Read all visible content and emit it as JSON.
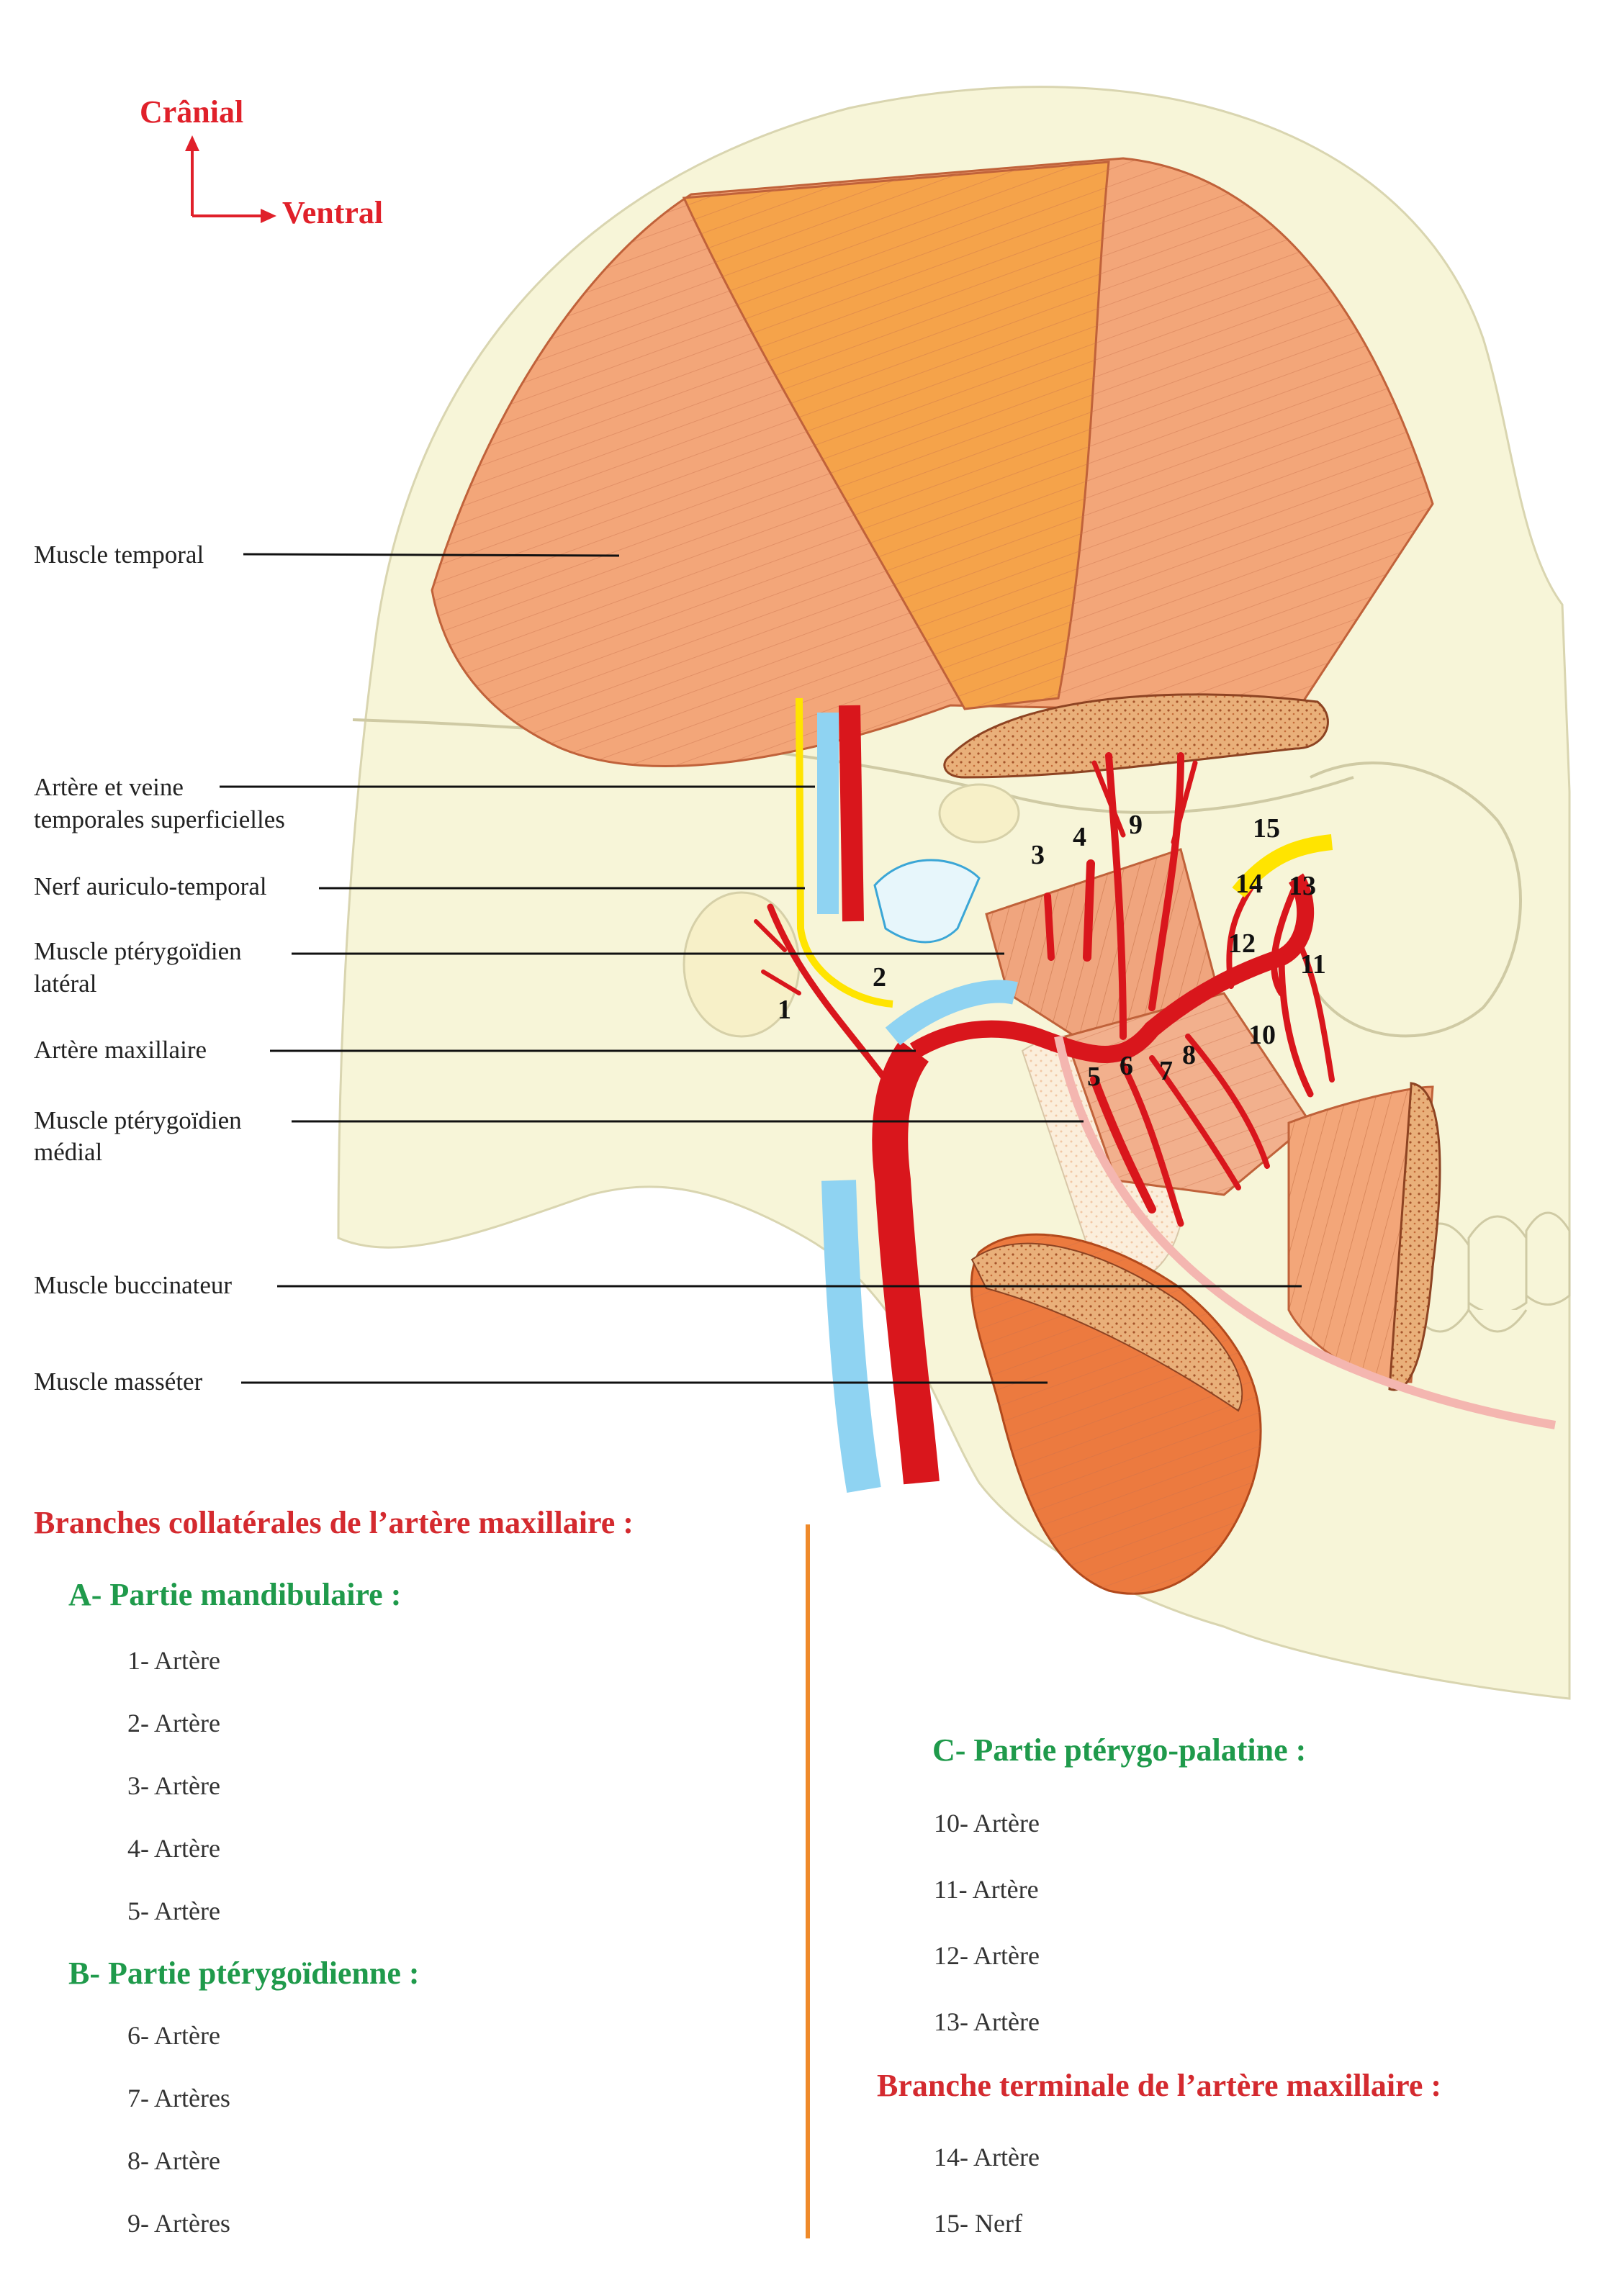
{
  "orientation": {
    "cranial": "Crânial",
    "ventral": "Ventral"
  },
  "labels": {
    "muscle_temporal": "Muscle temporal",
    "arteres_temporales_1": "Artère et veine",
    "arteres_temporales_2": "temporales superficielles",
    "nerf_auriculo": "Nerf auriculo-temporal",
    "pterygoidien_lateral_1": "Muscle ptérygoïdien",
    "pterygoidien_lateral_2": "latéral",
    "artere_maxillaire": "Artère maxillaire",
    "pterygoidien_medial_1": "Muscle ptérygoïdien",
    "pterygoidien_medial_2": "médial",
    "muscle_buccinateur": "Muscle buccinateur",
    "muscle_masseter": "Muscle masséter"
  },
  "numbers": [
    "1",
    "2",
    "3",
    "4",
    "5",
    "6",
    "7",
    "8",
    "9",
    "10",
    "11",
    "12",
    "13",
    "14",
    "15"
  ],
  "legend": {
    "title": "Branches collatérales de l’artère maxillaire :",
    "section_a": {
      "heading": "A- Partie mandibulaire :",
      "items": [
        "1- Artère",
        "2- Artère",
        "3- Artère",
        "4- Artère",
        "5- Artère"
      ]
    },
    "section_b": {
      "heading": "B- Partie ptérygoïdienne :",
      "items": [
        "6- Artère",
        "7- Artères",
        "8- Artère",
        "9- Artères"
      ]
    },
    "section_c": {
      "heading": "C- Partie ptérygo-palatine :",
      "items": [
        "10- Artère",
        "11- Artère",
        "12- Artère",
        "13- Artère"
      ]
    },
    "terminal": {
      "heading": "Branche terminale de l’artère maxillaire :",
      "items": [
        "14- Artère",
        "15- Nerf"
      ]
    }
  },
  "colors": {
    "skull": "#f7f5d8",
    "muscle_light": "#f3a679",
    "muscle_mid": "#f5a34a",
    "masseter": "#ec7a3f",
    "artery": "#d9161c",
    "vein": "#8fd3f2",
    "nerve": "#ffe400",
    "title_red": "#d42a2f",
    "heading_green": "#1f9a4b",
    "divider": "#ef8a2a"
  }
}
